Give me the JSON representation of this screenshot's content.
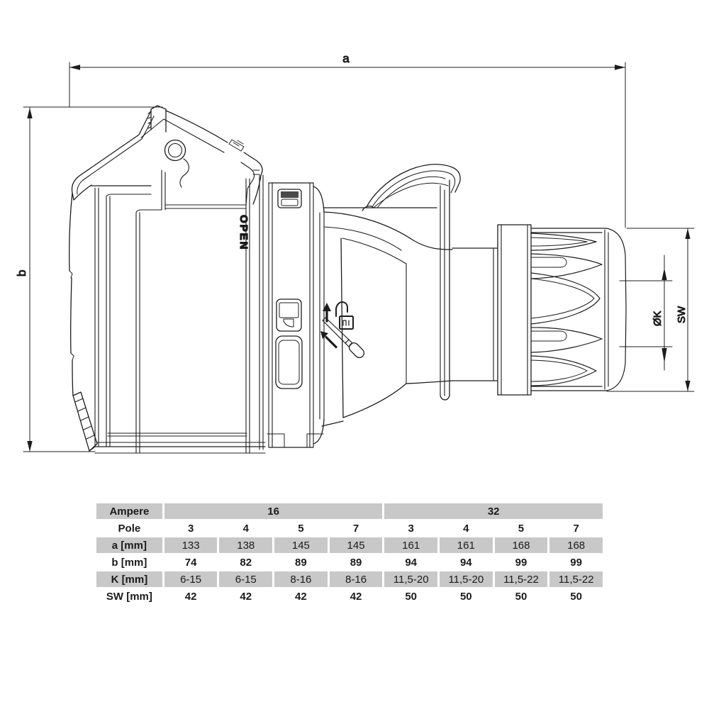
{
  "colors": {
    "line": "#1c1c1c",
    "shaded_cell": "#c8c8c8",
    "background": "#ffffff"
  },
  "dimensions": {
    "a": "a",
    "b": "b",
    "k": "ØK",
    "sw": "SW"
  },
  "drawing": {
    "open_label": "OPEN"
  },
  "table": {
    "rows": [
      {
        "label": "Ampere",
        "values": [
          "16",
          "32"
        ]
      },
      {
        "label": "Pole",
        "values": [
          "3",
          "4",
          "5",
          "7",
          "3",
          "4",
          "5",
          "7"
        ]
      },
      {
        "label": "a [mm]",
        "values": [
          "133",
          "138",
          "145",
          "145",
          "161",
          "161",
          "168",
          "168"
        ]
      },
      {
        "label": "b [mm]",
        "values": [
          "74",
          "82",
          "89",
          "89",
          "94",
          "94",
          "99",
          "99"
        ]
      },
      {
        "label": "K [mm]",
        "values": [
          "6-15",
          "6-15",
          "8-16",
          "8-16",
          "11,5-20",
          "11,5-20",
          "11,5-22",
          "11,5-22"
        ]
      },
      {
        "label": "SW [mm]",
        "values": [
          "42",
          "42",
          "42",
          "42",
          "50",
          "50",
          "50",
          "50"
        ]
      }
    ]
  }
}
